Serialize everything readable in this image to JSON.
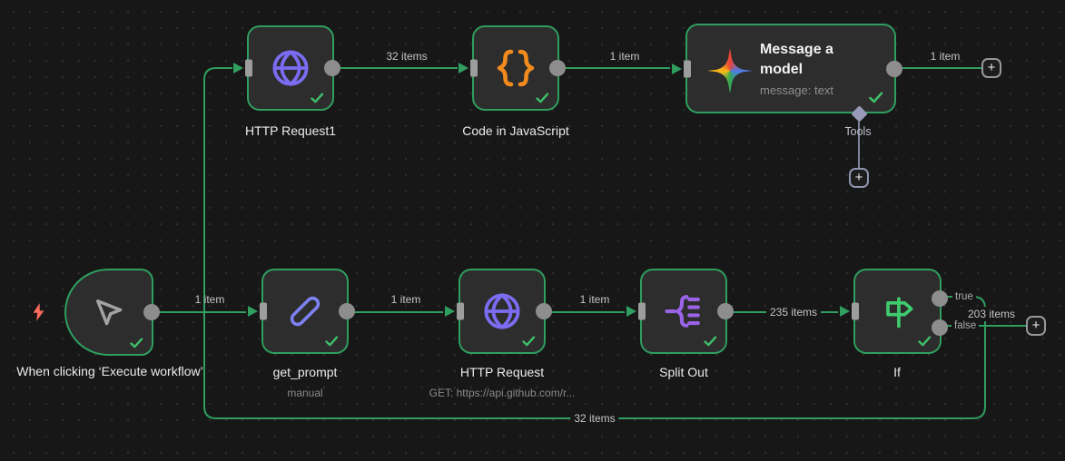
{
  "workflow": {
    "nodes": {
      "manual_trigger": {
        "title": "When clicking ‘Execute workflow’"
      },
      "get_prompt": {
        "title": "get_prompt",
        "subtitle": "manual"
      },
      "http_request": {
        "title": "HTTP Request",
        "subtitle": "GET: https://api.github.com/r..."
      },
      "split_out": {
        "title": "Split Out"
      },
      "if_node": {
        "title": "If",
        "output_true": "true",
        "output_false": "false"
      },
      "http_request1": {
        "title": "HTTP Request1"
      },
      "code": {
        "title": "Code in JavaScript"
      },
      "message_model": {
        "title": "Message a model",
        "subtitle": "message: text",
        "tools_label": "Tools"
      }
    },
    "connection_labels": {
      "http_request1_to_code": "32 items",
      "code_to_message": "1 item",
      "message_out": "1 item",
      "trigger_to_get_prompt": "1 item",
      "get_prompt_to_http_request": "1 item",
      "http_request_to_split_out": "1 item",
      "split_out_to_if": "235 items",
      "if_false_out": "203 items",
      "if_true_loop": "32 items"
    },
    "ui": {
      "plus": "+"
    },
    "colors": {
      "canvas_bg": "#171717",
      "node_bg": "#2d2d2d",
      "connection_green": "#2f9e5f",
      "check_green": "#3fbf6a",
      "bolt_red": "#ff6c5c",
      "globe_purple": "#7b6cf2",
      "pencil_purple": "#7d82f2",
      "braces_orange": "#f28b1e",
      "split_purple": "#9b63e8",
      "if_green": "#3ecb6e",
      "tools_gray": "#9094b0",
      "port_gray": "#9d9d9d"
    }
  }
}
